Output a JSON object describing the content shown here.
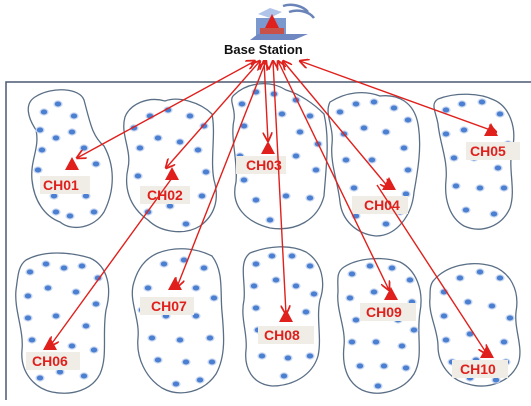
{
  "base_station": {
    "label": "Base Station",
    "icon": "base-station-icon"
  },
  "colors": {
    "link": "#e0201c",
    "cluster_head": "#e0201c",
    "cluster_outline": "#5a6f86",
    "node_fill": "#4a7fd2",
    "node_halo": "#c7d6ee",
    "label_box": "#efede6",
    "field_border": "#4a5a70"
  },
  "cluster_heads": [
    {
      "id": "ch01",
      "label": "CH01"
    },
    {
      "id": "ch02",
      "label": "CH02"
    },
    {
      "id": "ch03",
      "label": "CH03"
    },
    {
      "id": "ch04",
      "label": "CH04"
    },
    {
      "id": "ch05",
      "label": "CH05"
    },
    {
      "id": "ch06",
      "label": "CH06"
    },
    {
      "id": "ch07",
      "label": "CH07"
    },
    {
      "id": "ch08",
      "label": "CH08"
    },
    {
      "id": "ch09",
      "label": "CH09"
    },
    {
      "id": "ch10",
      "label": "CH10"
    }
  ]
}
